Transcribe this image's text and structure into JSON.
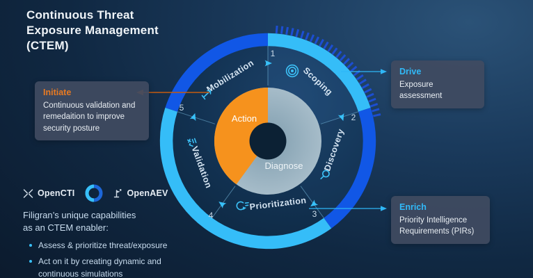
{
  "title": {
    "lines": [
      "Continuous Threat",
      "Exposure Management",
      "(CTEM)"
    ]
  },
  "wheel": {
    "stages": [
      {
        "number": "1",
        "label": "Scoping",
        "icon": "target-icon"
      },
      {
        "number": "2",
        "label": "Discovery",
        "icon": "magnifier-icon"
      },
      {
        "number": "3",
        "label": "Prioritization",
        "icon": "cycle-list-icon"
      },
      {
        "number": "4",
        "label": "Validation",
        "icon": "checklist-icon"
      },
      {
        "number": "5",
        "label": "Mobilization",
        "icon": "launch-arrow-icon"
      }
    ],
    "inner": {
      "action_label": "Action",
      "diagnose_label": "Diagnose"
    },
    "colors": {
      "royal_blue": "#1157e6",
      "cyan": "#35bdf8",
      "action_orange": "#f6921d",
      "diagnose_gray": "#9cb5c3"
    }
  },
  "callouts": {
    "initiate": {
      "title": "Initiate",
      "body": "Continuous validation and remedaition to improve security posture",
      "accent": "#e87a22"
    },
    "drive": {
      "title": "Drive",
      "body": "Exposure assessment",
      "accent": "#31b9f7"
    },
    "enrich": {
      "title": "Enrich",
      "body": "Priority Intelligence Requirements (PIRs)",
      "accent": "#31b9f7"
    }
  },
  "logos": {
    "opencti_label": "OpenCTI",
    "openaev_label": "OpenAEV"
  },
  "footer": {
    "heading_line1": "Filigran’s unique capabilities",
    "heading_line2": "as an CTEM enabler:",
    "bullets": [
      "Assess & prioritize threat/exposure",
      "Act on it by creating dynamic and continuous simulations"
    ]
  }
}
